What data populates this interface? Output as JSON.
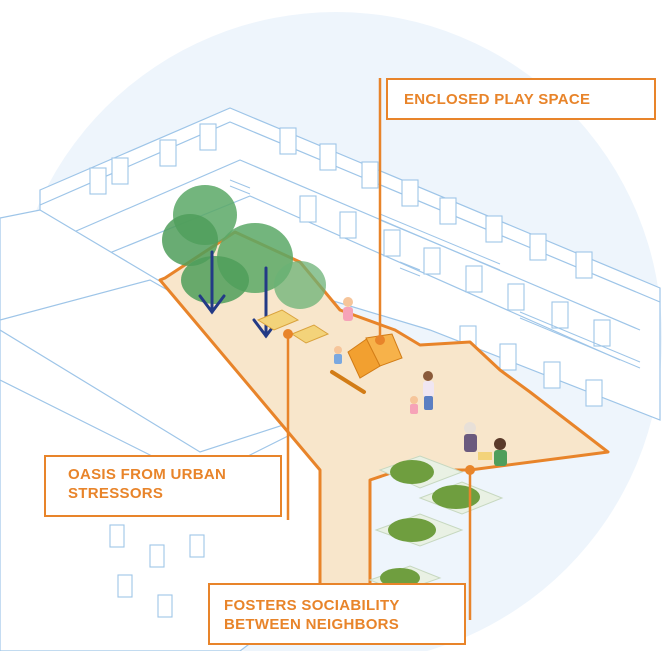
{
  "labels": {
    "play_space": "ENCLOSED PLAY SPACE",
    "oasis": [
      "OASIS FROM URBAN",
      "STRESSORS"
    ],
    "sociability": [
      "FOSTERS SOCIABILITY",
      "BETWEEN NEIGHBORS"
    ]
  },
  "colors": {
    "accent": "#e8842a",
    "courtyard_fill": "#f8e6cb",
    "building_line": "#9ec5e8",
    "background_disc": "#eef5fc",
    "tree_green": "#4f9e5b",
    "tree_arrow": "#233a86"
  }
}
